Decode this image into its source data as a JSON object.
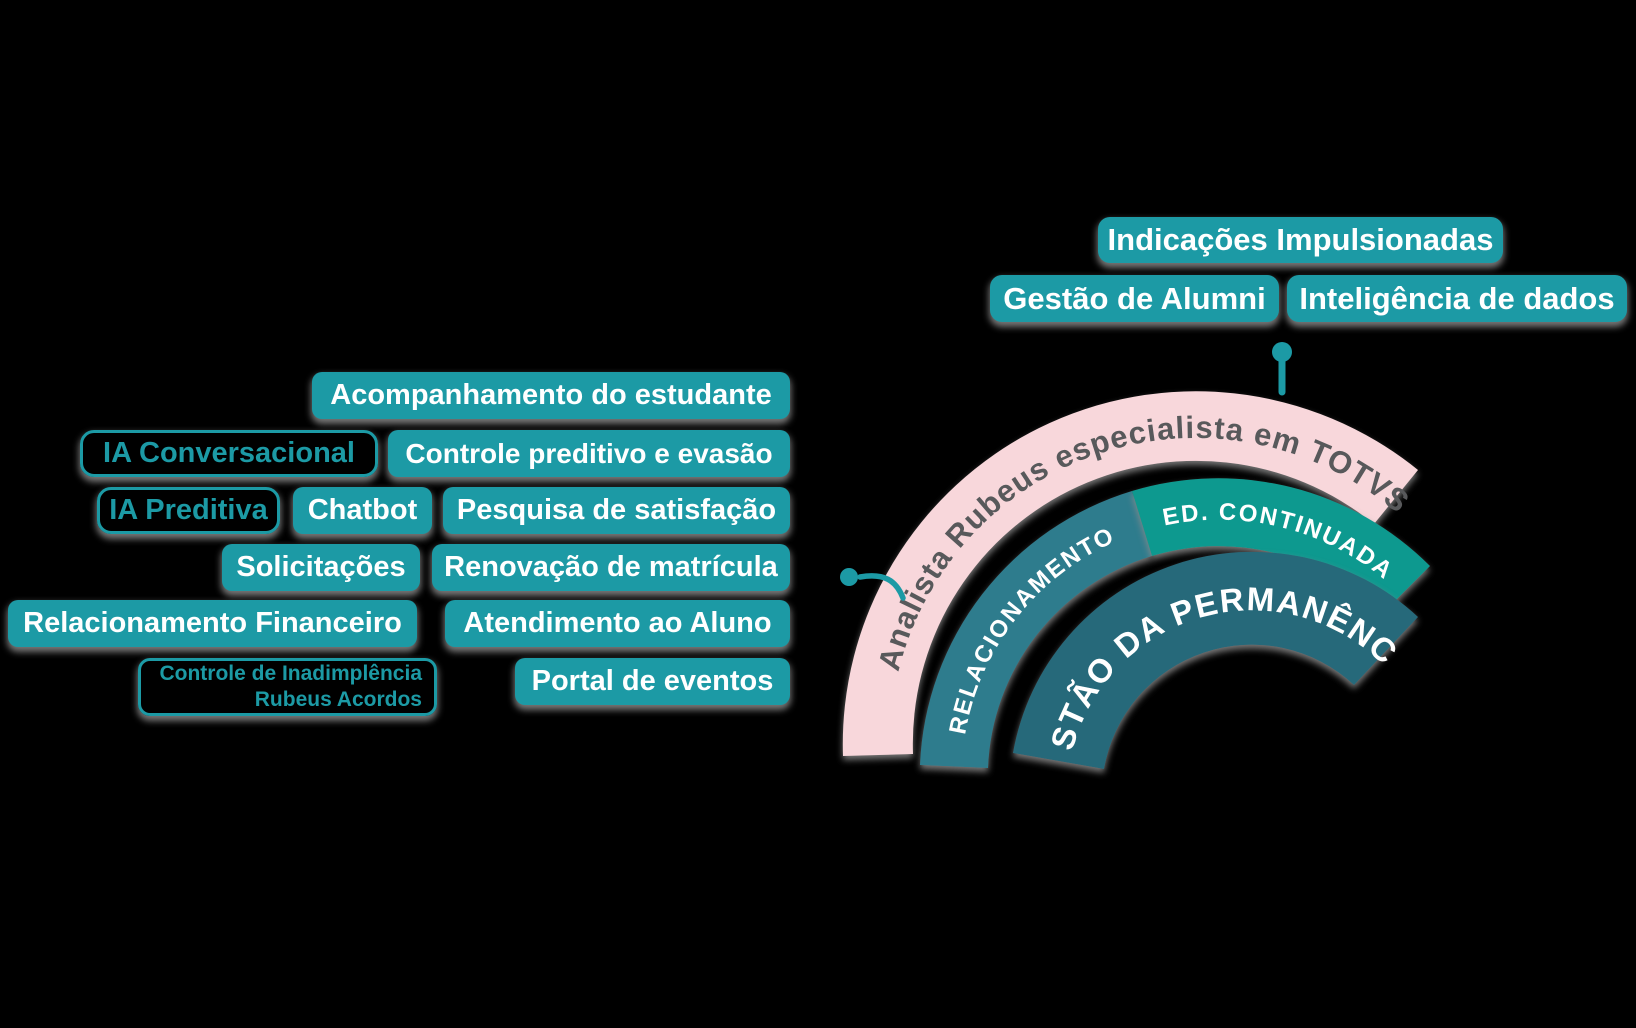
{
  "colors": {
    "background": "#000000",
    "pill_teal": "#1c9aa5",
    "pill_text": "#ffffff",
    "outline_teal": "#1c9aa5",
    "arc_pink": "#f8d7db",
    "arc_pink_text": "#58595b",
    "arc_relacionamento": "#2e7b8d",
    "arc_ed_continuada": "#10998f",
    "arc_gestao": "#26697a",
    "connector_teal": "#1c9aa5",
    "shadow_gray": "#8c8c8c"
  },
  "top_pills": {
    "indicacoes": "Indicações Impulsionadas",
    "alumni": "Gestão de Alumni",
    "inteligencia": "Inteligência de dados"
  },
  "left_pills": {
    "acompanhamento": "Acompanhamento do estudante",
    "ia_conversacional": "IA Conversacional",
    "controle_preditivo": "Controle preditivo e evasão",
    "ia_preditiva": "IA Preditiva",
    "chatbot": "Chatbot",
    "pesquisa": "Pesquisa de satisfação",
    "solicitacoes": "Solicitações",
    "renovacao": "Renovação de matrícula",
    "relacionamento_financeiro": "Relacionamento Financeiro",
    "atendimento": "Atendimento ao Aluno",
    "inadimplencia_linha1": "Controle de Inadimplência",
    "inadimplencia_linha2": "Rubeus Acordos",
    "portal": "Portal de eventos"
  },
  "arcs": {
    "outer_label": "Analista Rubeus especialista em TOTVS",
    "middle_left_label": "RELACIONAMENTO",
    "middle_right_label": "ED. CONTINUADA",
    "inner_label": "GESTÃO DA PERMANÊNCIA"
  }
}
